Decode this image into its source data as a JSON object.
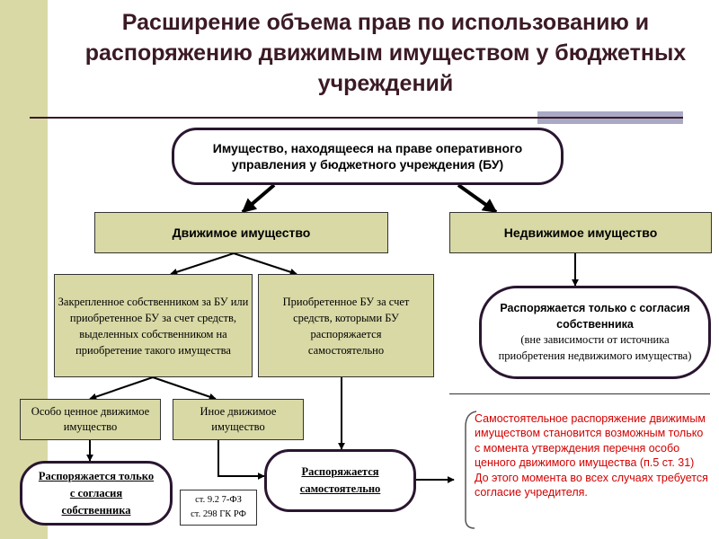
{
  "title": "Расширение объема прав по использованию и распоряжению движимым имуществом у бюджетных учреждений",
  "nodes": {
    "root": "Имущество, находящееся на праве оперативного управления у бюджетного учреждения (БУ)",
    "movable": "Движимое имущество",
    "immovable": "Недвижимое имущество",
    "assigned": "Закрепленное собственником за БУ или приобретенное БУ за счет средств, выделенных собственником на приобретение такого имущества",
    "acquired": "Приобретенное БУ за счет средств, которыми БУ распоряжается самостоятельно",
    "immovable_rule_1": "Распоряжается только с согласия собственника",
    "immovable_rule_2": "(вне зависимости от источника приобретения недвижимого имущества)",
    "especially_valuable": "Особо ценное движимое имущество",
    "other_movable": "Иное движимое имущество",
    "consent_only": "Распоряжается только с согласия собственника",
    "independent": "Распоряжается самостоятельно",
    "legal_ref_1": "ст. 9.2 7-ФЗ",
    "legal_ref_2": "ст. 298 ГК РФ"
  },
  "note": "Самостоятельное распоряжение движимым имуществом становится возможным только с момента утверждения перечня особо ценного движимого имущества (п.5 ст. 31) До этого момента во всех случаях требуется согласие учредителя.",
  "colors": {
    "tan": "#d9d9a6",
    "title": "#3b1a24",
    "note": "#d40000",
    "oval_border": "#2a1630"
  }
}
